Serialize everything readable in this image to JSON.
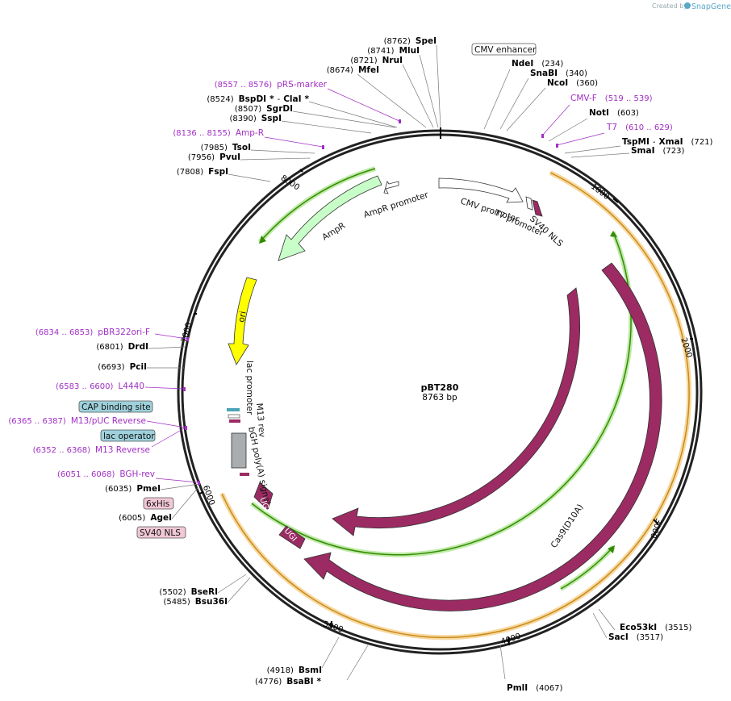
{
  "credit": {
    "prefix": "Created by",
    "brand": "SnapGene"
  },
  "plasmid": {
    "name": "pBT280",
    "length": "8763 bp"
  },
  "ticks": [
    "1000",
    "2000",
    "3000",
    "4000",
    "5000",
    "6000",
    "7000",
    "8000"
  ],
  "sites": [
    {
      "pos": "(8762)",
      "name": "SpeI"
    },
    {
      "pos": "(8741)",
      "name": "MluI"
    },
    {
      "pos": "(8721)",
      "name": "NruI"
    },
    {
      "pos": "(8674)",
      "name": "MfeI"
    },
    {
      "pos": "(8557 .. 8576)",
      "name": "pRS-marker"
    },
    {
      "pos": "(8524)",
      "name": "BspDI",
      "star": "*",
      "sep": "-",
      "name2": "ClaI",
      "star2": "*"
    },
    {
      "pos": "(8507)",
      "name": "SgrDI"
    },
    {
      "pos": "(8390)",
      "name": "SspI"
    },
    {
      "pos": "(8136 .. 8155)",
      "name": "Amp-R"
    },
    {
      "pos": "(7985)",
      "name": "TsoI"
    },
    {
      "pos": "(7956)",
      "name": "PvuI"
    },
    {
      "pos": "(7808)",
      "name": "FspI"
    },
    {
      "pos": "(6834 .. 6853)",
      "name": "pBR322ori-F"
    },
    {
      "pos": "(6801)",
      "name": "DrdI"
    },
    {
      "pos": "(6693)",
      "name": "PciI"
    },
    {
      "pos": "(6583 .. 6600)",
      "name": "L4440"
    },
    {
      "pos": "(6365 .. 6387)",
      "name": "M13/pUC Reverse"
    },
    {
      "pos": "(6352 .. 6368)",
      "name": "M13 Reverse"
    },
    {
      "pos": "(6051 .. 6068)",
      "name": "BGH-rev"
    },
    {
      "pos": "(6035)",
      "name": "PmeI"
    },
    {
      "pos": "(6005)",
      "name": "AgeI"
    },
    {
      "pos": "(5502)",
      "name": "BseRI"
    },
    {
      "pos": "(5485)",
      "name": "Bsu36I"
    },
    {
      "pos": "(4918)",
      "name": "BsmI"
    },
    {
      "pos": "(4776)",
      "name": "BsaBI",
      "star": "*"
    },
    {
      "pos": "(4067)",
      "name": "PmlI"
    },
    {
      "pos": "(3515)",
      "name": "Eco53kI"
    },
    {
      "pos": "(3517)",
      "name": "SacI"
    },
    {
      "pos": "(234)",
      "name": "NdeI"
    },
    {
      "pos": "(340)",
      "name": "SnaBI"
    },
    {
      "pos": "(360)",
      "name": "NcoI"
    },
    {
      "pos": "(519 .. 539)",
      "name": "CMV-F"
    },
    {
      "pos": "(603)",
      "name": "NotI"
    },
    {
      "pos": "(610 .. 629)",
      "name": "T7"
    },
    {
      "pos": "(721)",
      "name": "TspMI",
      "sep": "-",
      "name2": "XmaI"
    },
    {
      "pos": "(723)",
      "name": "SmaI"
    }
  ],
  "boxed": {
    "cmv_enhancer": "CMV enhancer",
    "cap_binding": "CAP binding site",
    "lac_operator": "lac operator",
    "his6": "6xHis",
    "sv40nls": "SV40 NLS"
  },
  "features": {
    "cmv_promoter": "CMV promoter",
    "t7_promoter": "T7 promoter",
    "sv40_nls": "SV40 NLS",
    "ampr_promoter": "AmpR promoter",
    "ampr": "AmpR",
    "ori": "ori",
    "lac_promoter": "lac promoter",
    "m13_rev": "M13 rev",
    "bgh": "bGH poly(A) signal",
    "cas9": "Cas9",
    "cas9_d10a": "Cas9(D10A)",
    "ugi1": "UGI",
    "ugi2": "UGI"
  },
  "colors": {
    "cas9": "#9b2b62",
    "ori": "#ffff00",
    "ampr": "#c8ffc8",
    "orf_green": "#338b00",
    "orf_orange": "#f7b451",
    "primer": "#a12ec4",
    "boxed_teal": "#9ed1dc",
    "boxed_pink": "#f2c8d6"
  }
}
